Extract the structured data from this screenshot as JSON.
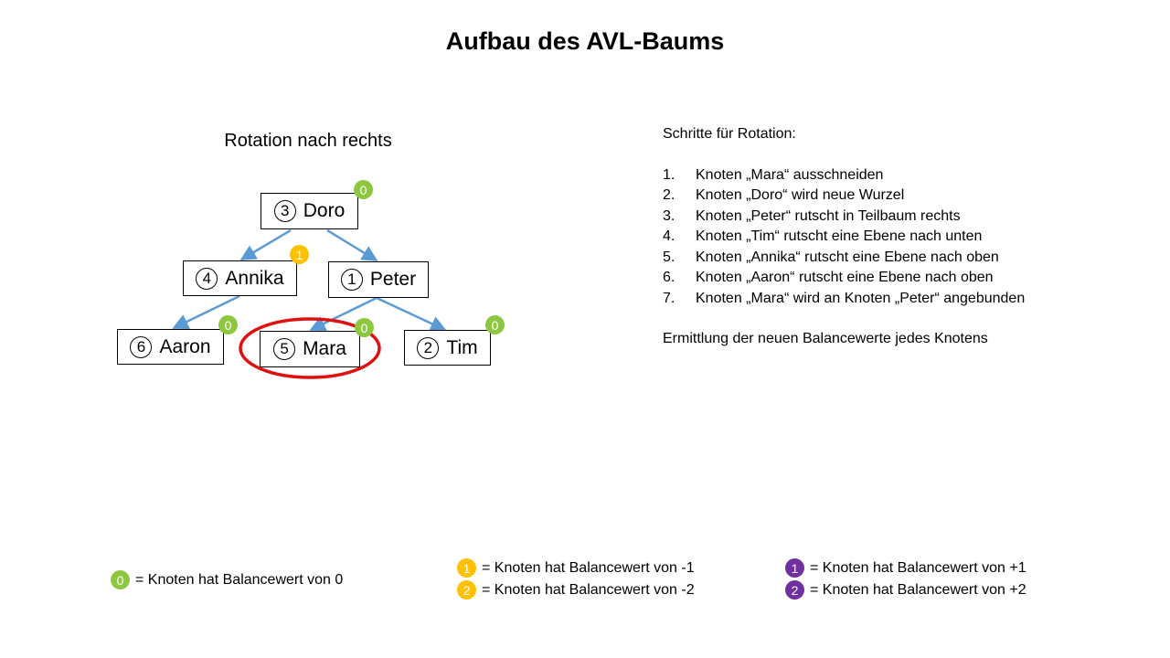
{
  "title": "Aufbau des AVL-Baums",
  "subtitle": "Rotation nach rechts",
  "colors": {
    "green": "#8dc63f",
    "yellow": "#ffc000",
    "purple": "#7030a0",
    "edge": "#5b9bd5",
    "highlight": "#e01010"
  },
  "tree": {
    "nodes": [
      {
        "id": "doro",
        "num": "3",
        "label": "Doro",
        "balance": "0",
        "badge_color": "green"
      },
      {
        "id": "annika",
        "num": "4",
        "label": "Annika",
        "balance": "1",
        "badge_color": "yellow"
      },
      {
        "id": "peter",
        "num": "1",
        "label": "Peter"
      },
      {
        "id": "aaron",
        "num": "6",
        "label": "Aaron",
        "balance": "0",
        "badge_color": "green"
      },
      {
        "id": "mara",
        "num": "5",
        "label": "Mara",
        "balance": "0",
        "badge_color": "green"
      },
      {
        "id": "tim",
        "num": "2",
        "label": "Tim",
        "balance": "0",
        "badge_color": "green"
      }
    ],
    "edges": [
      [
        "doro",
        "annika"
      ],
      [
        "doro",
        "peter"
      ],
      [
        "annika",
        "aaron"
      ],
      [
        "peter",
        "mara"
      ],
      [
        "peter",
        "tim"
      ]
    ],
    "highlighted": "mara"
  },
  "steps": {
    "heading": "Schritte für Rotation:",
    "items": [
      {
        "n": "1.",
        "text": "Knoten „Mara“ ausschneiden"
      },
      {
        "n": "2.",
        "text": "Knoten „Doro“ wird neue Wurzel"
      },
      {
        "n": "3.",
        "text": "Knoten „Peter“ rutscht in Teilbaum rechts"
      },
      {
        "n": "4.",
        "text": "Knoten „Tim“ rutscht eine Ebene nach unten"
      },
      {
        "n": "5.",
        "text": "Knoten „Annika“ rutscht eine Ebene nach oben"
      },
      {
        "n": "6.",
        "text": "Knoten „Aaron“ rutscht eine Ebene nach oben"
      },
      {
        "n": "7.",
        "text": "Knoten „Mara“ wird an Knoten „Peter“ angebunden"
      }
    ],
    "footer": "Ermittlung der neuen Balancewerte jedes Knotens"
  },
  "legend": [
    {
      "value": "0",
      "color": "green",
      "text": "= Knoten hat Balancewert von 0"
    },
    {
      "value": "1",
      "color": "yellow",
      "text": "= Knoten hat Balancewert von -1"
    },
    {
      "value": "2",
      "color": "yellow",
      "text": "= Knoten hat Balancewert von -2"
    },
    {
      "value": "1",
      "color": "purple",
      "text": "= Knoten hat Balancewert von +1"
    },
    {
      "value": "2",
      "color": "purple",
      "text": "= Knoten hat Balancewert von +2"
    }
  ]
}
